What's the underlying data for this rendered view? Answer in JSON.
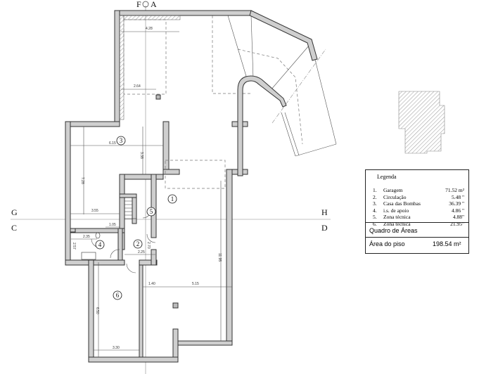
{
  "axes": {
    "top_left": "F",
    "top_right": "A",
    "left_top": "G",
    "left_bottom": "C",
    "right_top": "H",
    "right_bottom": "D"
  },
  "rooms": [
    "1",
    "2",
    "3",
    "4",
    "5",
    "6"
  ],
  "dimensions": [
    "4.28",
    "2.64",
    "6.15",
    "3.38",
    "7.28",
    "3.55",
    "1.05",
    "2.35",
    "2.57",
    "2.25",
    "2.70",
    "11.95",
    "1.40",
    "5.15",
    "6.50",
    "3.30"
  ],
  "legend": {
    "title": "Legenda",
    "items": [
      {
        "n": "1.",
        "name": "Garagem",
        "value": "71.52 m²"
      },
      {
        "n": "2.",
        "name": "Circulação",
        "value": "5.48 \""
      },
      {
        "n": "3.",
        "name": "Casa das Bombas",
        "value": "36.39 \""
      },
      {
        "n": "4.",
        "name": "i.s. de apoio",
        "value": "4.86 \""
      },
      {
        "n": "5.",
        "name": "Zona técnica",
        "value": "4.88\""
      },
      {
        "n": "6.",
        "name": " Zona técnica",
        "value": "21.95\""
      }
    ],
    "table_title": "Quadro de Áreas",
    "floor_area_label": "Área do piso",
    "floor_area_value": "198.54 m²"
  },
  "colors": {
    "wall_fill": "#cfcfcf",
    "wall_stroke": "#333333",
    "hatch": "#999999"
  }
}
